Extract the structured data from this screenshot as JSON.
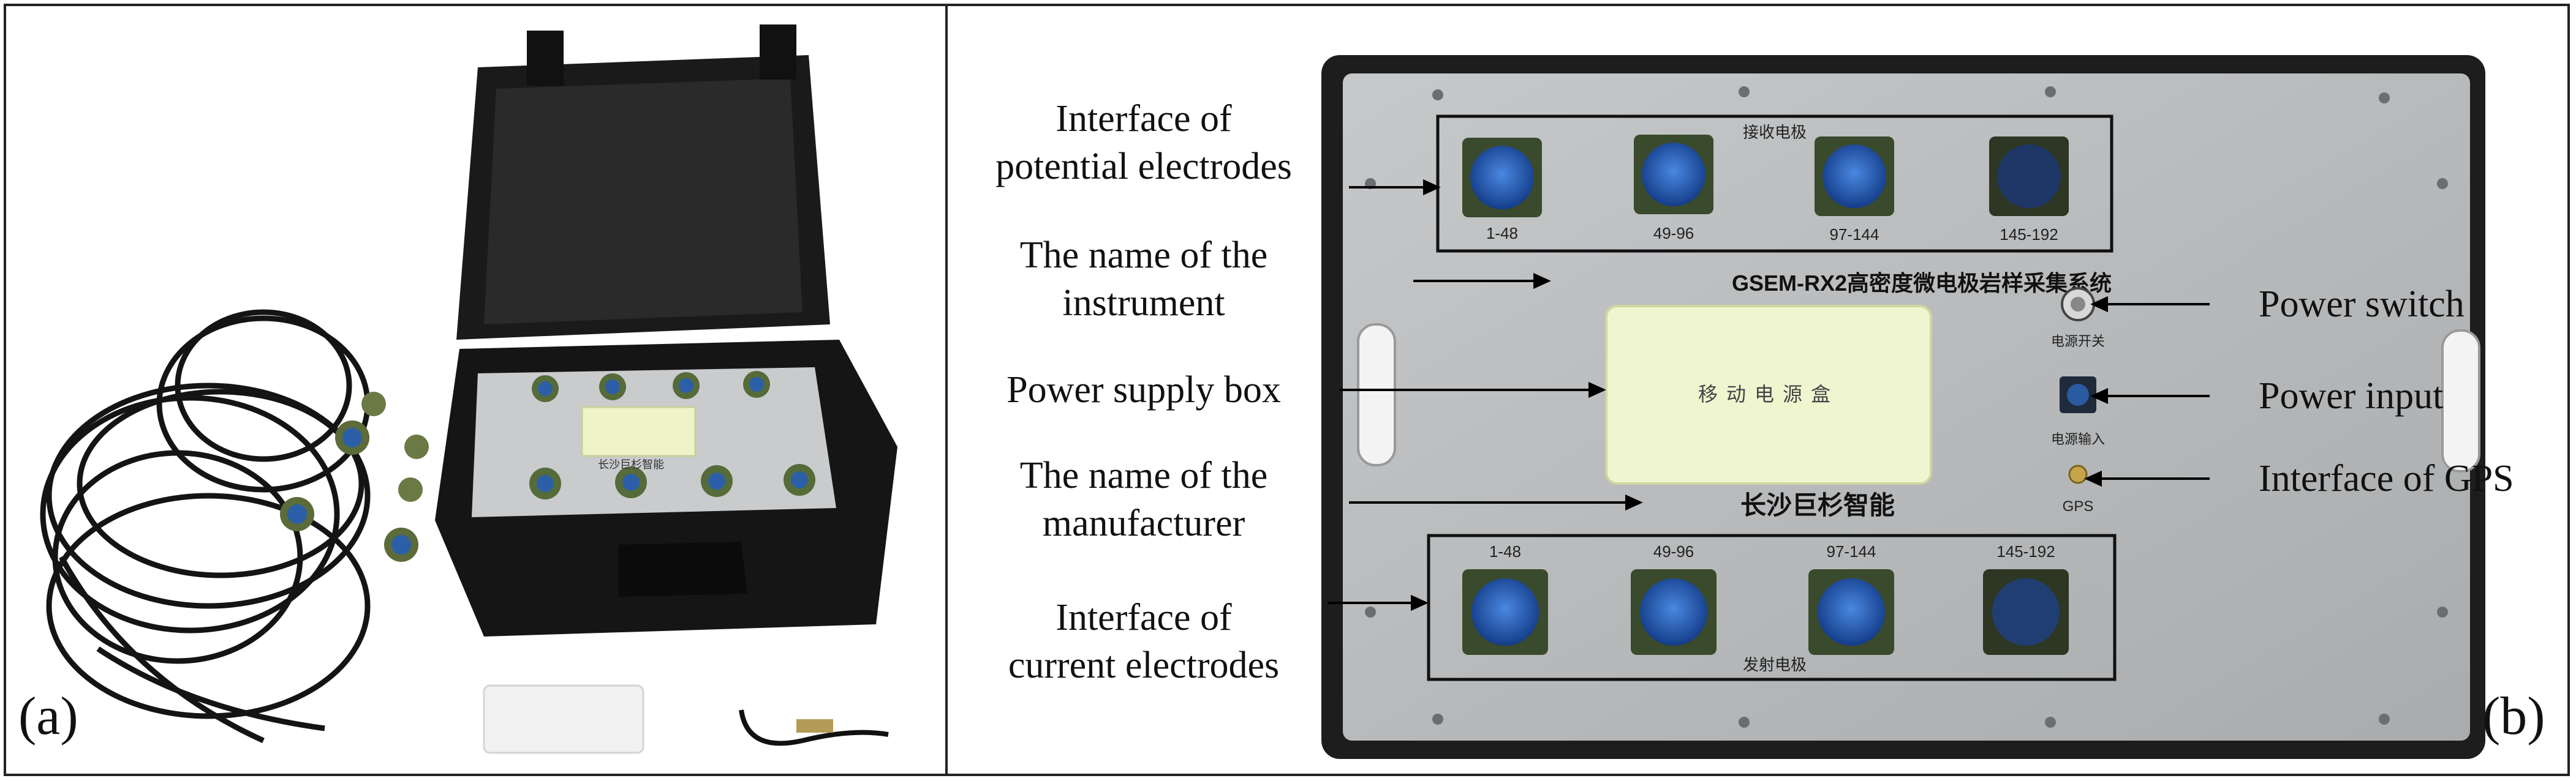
{
  "panels": {
    "a": {
      "letter": "(a)",
      "device_label": "长沙巨杉智能"
    },
    "b": {
      "letter": "(b)",
      "panel_texts": {
        "receive_electrode": "接收电极",
        "transmit_electrode": "发射电极",
        "instrument_name": "GSEM-RX2高密度微电极岩样采集系统",
        "manufacturer_name": "长沙巨杉智能",
        "power_box_text": "移动电源盒",
        "power_switch_text": "电源开关",
        "power_input_text": "电源输入",
        "gps_text": "GPS",
        "top_ranges": [
          "1-48",
          "49-96",
          "97-144",
          "145-192"
        ],
        "bottom_ranges": [
          "1-48",
          "49-96",
          "97-144",
          "145-192"
        ]
      },
      "annotations": {
        "potential_line1": "Interface of",
        "potential_line2": "potential electrodes",
        "instrument_line1": "The name of the",
        "instrument_line2": "instrument",
        "power_supply_box": "Power supply box",
        "manufacturer_line1": "The name of the",
        "manufacturer_line2": "manufacturer",
        "current_line1": "Interface of",
        "current_line2": "current electrodes",
        "power_switch": "Power switch",
        "power_input": "Power input",
        "gps": "Interface of GPS"
      }
    }
  }
}
